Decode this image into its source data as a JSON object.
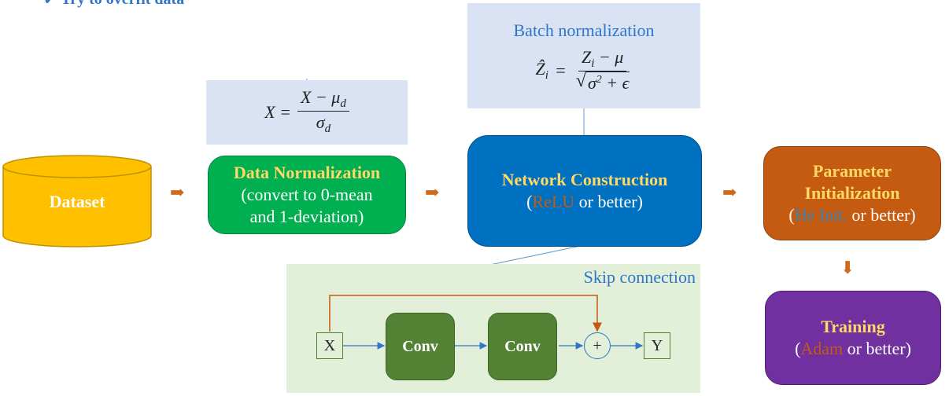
{
  "header": {
    "check_icon": "checkmark-icon",
    "text": "Try to overfit data"
  },
  "colors": {
    "dataset": "#ffc000",
    "data_norm": "#00b050",
    "network": "#0070c0",
    "param_init": "#c55a11",
    "training": "#7030a0",
    "skip_panel": "#e2efd9",
    "formula_box": "#dae3f3",
    "arrow": "#d06a1a",
    "accent_orange": "#c55a11",
    "accent_blue": "#2e86c1",
    "title_yellow": "#ffd966"
  },
  "dataset": {
    "label": "Dataset"
  },
  "data_norm": {
    "title": "Data Normalization",
    "line1": "(convert to 0-mean",
    "line2": "and 1-deviation)",
    "formula": {
      "lhs": "X =",
      "num": "X − μ",
      "num_sub": "d",
      "den": "σ",
      "den_sub": "d"
    }
  },
  "batch_norm": {
    "title": "Batch normalization",
    "formula": {
      "lhs": "Ẑ",
      "lhs_sub": "i",
      "eq": "=",
      "num": "Z",
      "num_sub": "i",
      "num_rest": " − μ",
      "den_sigma": "σ",
      "den_sup": "2",
      "den_rest": " + ϵ"
    }
  },
  "network": {
    "title": "Network Construction",
    "open": "(",
    "highlight": "ReLU",
    "rest": " or better)"
  },
  "param_init": {
    "title_line1": "Parameter",
    "title_line2": "Initialization",
    "open": "(",
    "highlight": "He Init.",
    "rest": " or better)"
  },
  "training": {
    "title": "Training",
    "open": "(",
    "highlight": "Adam",
    "rest": " or better)"
  },
  "skip": {
    "title": "Skip connection",
    "x_label": "X",
    "conv1": "Conv",
    "conv2": "Conv",
    "plus": "+",
    "y_label": "Y"
  }
}
